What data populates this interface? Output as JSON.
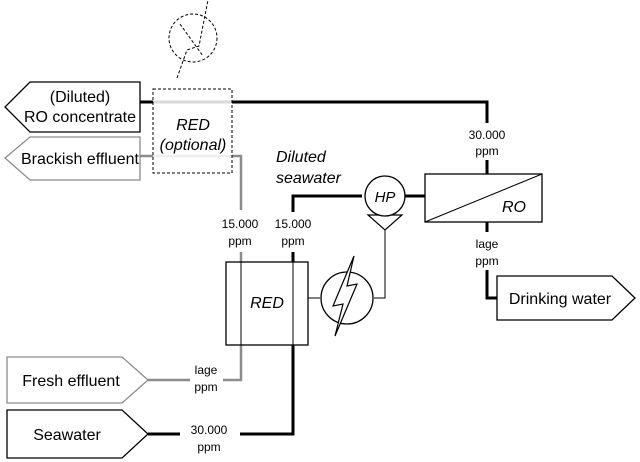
{
  "streams": {
    "ro_concentrate_line1": "(Diluted)",
    "ro_concentrate_line2": "RO concentrate",
    "brackish_effluent": "Brackish effluent",
    "fresh_effluent": "Fresh effluent",
    "seawater": "Seawater",
    "drinking_water": "Drinking water"
  },
  "units": {
    "red_optional_line1": "RED",
    "red_optional_line2": "(optional)",
    "red": "RED",
    "ro": "RO",
    "hp": "HP"
  },
  "annotations": {
    "diluted_seawater_line1": "Diluted",
    "diluted_seawater_line2": "seawater",
    "conc_ro_in_value": "30.000",
    "conc_ro_in_unit": "ppm",
    "brackish_value": "15.000",
    "brackish_unit": "ppm",
    "diluted_value": "15.000",
    "diluted_unit": "ppm",
    "permeate_value": "lage",
    "permeate_unit": "ppm",
    "fresh_value": "lage",
    "fresh_unit": "ppm",
    "seawater_value": "30.000",
    "seawater_unit": "ppm"
  },
  "colors": {
    "thick_line": "#000000",
    "gray_line": "#8c8c8c",
    "outline": "#000000"
  }
}
